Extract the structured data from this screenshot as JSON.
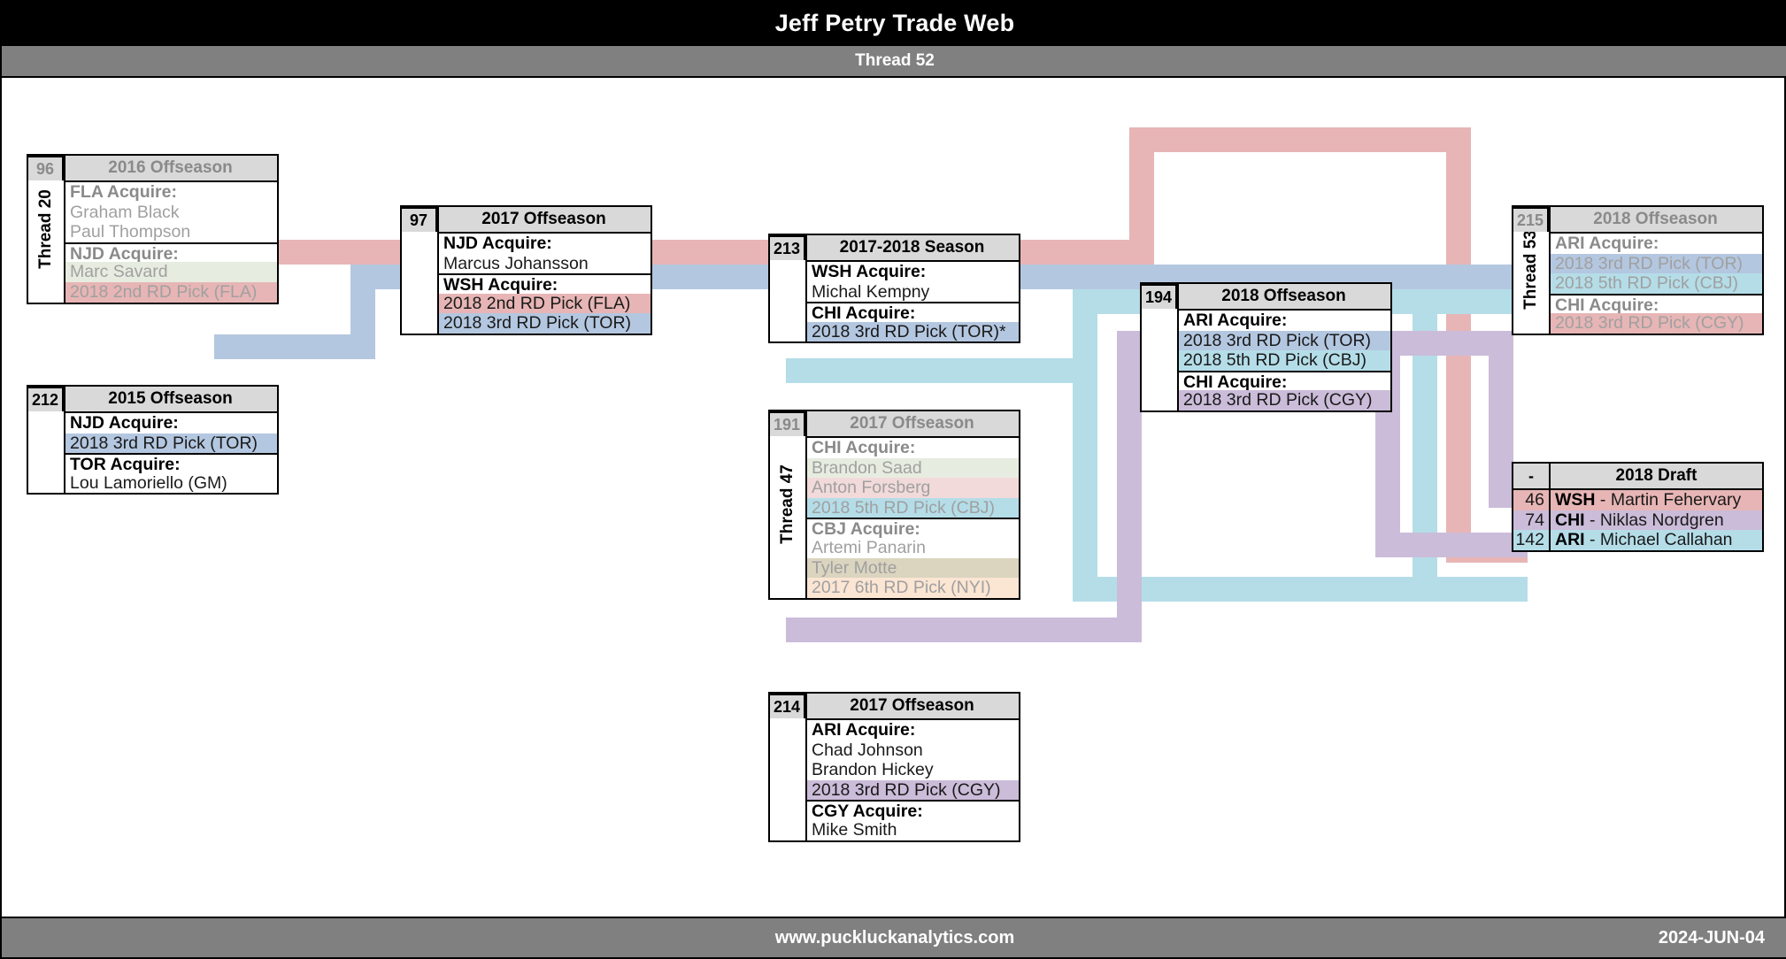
{
  "header": {
    "title": "Jeff Petry Trade Web",
    "subtitle": "Thread 52"
  },
  "footer": {
    "site": "www.puckluckanalytics.com",
    "date": "2024-JUN-04"
  },
  "colors": {
    "ribbon_red": "#e7b5b5",
    "ribbon_blue": "#b4c7e0",
    "ribbon_cyan": "#b4dde8",
    "ribbon_purple": "#cbbcd9",
    "hl_green": "#e7ece0",
    "hl_pink": "#f2dada",
    "hl_tan": "#dbd5c0",
    "hl_peach": "#fbe5d3",
    "header_grey": "#d9d9d9",
    "bar_grey": "#808080",
    "bar_black": "#000000"
  },
  "cards": [
    {
      "id": "card-96",
      "index": "96",
      "title": "2016 Offseason",
      "thread_label": "Thread 20",
      "faded": true,
      "rows": [
        {
          "text": "FLA Acquire:",
          "bold": true,
          "hl": "none",
          "sep": false
        },
        {
          "text": "Graham Black",
          "bold": false,
          "hl": "none",
          "sep": false
        },
        {
          "text": "Paul Thompson",
          "bold": false,
          "hl": "none",
          "sep": false
        },
        {
          "text": "NJD Acquire:",
          "bold": true,
          "hl": "none",
          "sep": true
        },
        {
          "text": "Marc Savard",
          "bold": false,
          "hl": "green",
          "sep": false
        },
        {
          "text": "2018 2nd RD Pick (FLA)",
          "bold": false,
          "hl": "red",
          "sep": false
        }
      ]
    },
    {
      "id": "card-212",
      "index": "212",
      "title": "2015 Offseason",
      "thread_label": "",
      "faded": false,
      "rows": [
        {
          "text": "NJD Acquire:",
          "bold": true,
          "hl": "none",
          "sep": false
        },
        {
          "text": "2018 3rd RD Pick (TOR)",
          "bold": false,
          "hl": "blue",
          "sep": false
        },
        {
          "text": "TOR Acquire:",
          "bold": true,
          "hl": "none",
          "sep": true
        },
        {
          "text": "Lou Lamoriello (GM)",
          "bold": false,
          "hl": "none",
          "sep": false
        }
      ]
    },
    {
      "id": "card-97",
      "index": "97",
      "title": "2017 Offseason",
      "thread_label": "",
      "faded": false,
      "rows": [
        {
          "text": "NJD Acquire:",
          "bold": true,
          "hl": "none",
          "sep": false
        },
        {
          "text": "Marcus Johansson",
          "bold": false,
          "hl": "none",
          "sep": false
        },
        {
          "text": "WSH Acquire:",
          "bold": true,
          "hl": "none",
          "sep": true
        },
        {
          "text": "2018 2nd RD Pick (FLA)",
          "bold": false,
          "hl": "red",
          "sep": false
        },
        {
          "text": "2018 3rd RD Pick (TOR)",
          "bold": false,
          "hl": "blue",
          "sep": false
        }
      ]
    },
    {
      "id": "card-213",
      "index": "213",
      "title": "2017-2018 Season",
      "thread_label": "",
      "faded": false,
      "rows": [
        {
          "text": "WSH Acquire:",
          "bold": true,
          "hl": "none",
          "sep": false
        },
        {
          "text": "Michal Kempny",
          "bold": false,
          "hl": "none",
          "sep": false
        },
        {
          "text": "CHI Acquire:",
          "bold": true,
          "hl": "none",
          "sep": true
        },
        {
          "text": "2018 3rd RD Pick (TOR)*",
          "bold": false,
          "hl": "blue",
          "sep": false
        }
      ]
    },
    {
      "id": "card-191",
      "index": "191",
      "title": "2017 Offseason",
      "thread_label": "Thread 47",
      "faded": true,
      "rows": [
        {
          "text": "CHI Acquire:",
          "bold": true,
          "hl": "none",
          "sep": false
        },
        {
          "text": "Brandon Saad",
          "bold": false,
          "hl": "green",
          "sep": false
        },
        {
          "text": "Anton Forsberg",
          "bold": false,
          "hl": "pink",
          "sep": false
        },
        {
          "text": "2018 5th RD Pick (CBJ)",
          "bold": false,
          "hl": "cyan",
          "sep": false
        },
        {
          "text": "CBJ Acquire:",
          "bold": true,
          "hl": "none",
          "sep": true
        },
        {
          "text": "Artemi Panarin",
          "bold": false,
          "hl": "none",
          "sep": false
        },
        {
          "text": "Tyler Motte",
          "bold": false,
          "hl": "tan",
          "sep": false
        },
        {
          "text": "2017 6th RD Pick (NYI)",
          "bold": false,
          "hl": "peach",
          "sep": false
        }
      ]
    },
    {
      "id": "card-214",
      "index": "214",
      "title": "2017 Offseason",
      "thread_label": "",
      "faded": false,
      "rows": [
        {
          "text": "ARI Acquire:",
          "bold": true,
          "hl": "none",
          "sep": false
        },
        {
          "text": "Chad Johnson",
          "bold": false,
          "hl": "none",
          "sep": false
        },
        {
          "text": "Brandon Hickey",
          "bold": false,
          "hl": "none",
          "sep": false
        },
        {
          "text": "2018 3rd RD Pick (CGY)",
          "bold": false,
          "hl": "purple",
          "sep": false
        },
        {
          "text": "CGY Acquire:",
          "bold": true,
          "hl": "none",
          "sep": true
        },
        {
          "text": "Mike Smith",
          "bold": false,
          "hl": "none",
          "sep": false
        }
      ]
    },
    {
      "id": "card-194",
      "index": "194",
      "title": "2018 Offseason",
      "thread_label": "",
      "faded": false,
      "rows": [
        {
          "text": "ARI Acquire:",
          "bold": true,
          "hl": "none",
          "sep": false
        },
        {
          "text": "2018 3rd RD Pick (TOR)",
          "bold": false,
          "hl": "blue",
          "sep": false
        },
        {
          "text": "2018 5th RD Pick (CBJ)",
          "bold": false,
          "hl": "cyan",
          "sep": false
        },
        {
          "text": "CHI Acquire:",
          "bold": true,
          "hl": "none",
          "sep": true
        },
        {
          "text": "2018 3rd RD Pick (CGY)",
          "bold": false,
          "hl": "purple",
          "sep": false
        }
      ]
    },
    {
      "id": "card-215",
      "index": "215",
      "title": "2018 Offseason",
      "thread_label": "Thread 53",
      "faded": true,
      "rows": [
        {
          "text": "ARI Acquire:",
          "bold": true,
          "hl": "none",
          "sep": false
        },
        {
          "text": "2018 3rd RD Pick (TOR)",
          "bold": false,
          "hl": "blue",
          "sep": false
        },
        {
          "text": "2018 5th RD Pick (CBJ)",
          "bold": false,
          "hl": "cyan",
          "sep": false
        },
        {
          "text": "CHI Acquire:",
          "bold": true,
          "hl": "none",
          "sep": true
        },
        {
          "text": "2018 3rd RD Pick (CGY)",
          "bold": false,
          "hl": "red",
          "sep": false
        }
      ]
    }
  ],
  "draft": {
    "index": "-",
    "title": "2018 Draft",
    "picks": [
      {
        "num": "46",
        "team": "WSH",
        "sep": " - ",
        "player": "Martin Fehervary",
        "hl": "red"
      },
      {
        "num": "74",
        "team": "CHI",
        "sep": " - ",
        "player": "Niklas Nordgren",
        "hl": "purple"
      },
      {
        "num": "142",
        "team": "ARI",
        "sep": " - ",
        "player": "Michael Callahan",
        "hl": "cyan"
      }
    ]
  }
}
